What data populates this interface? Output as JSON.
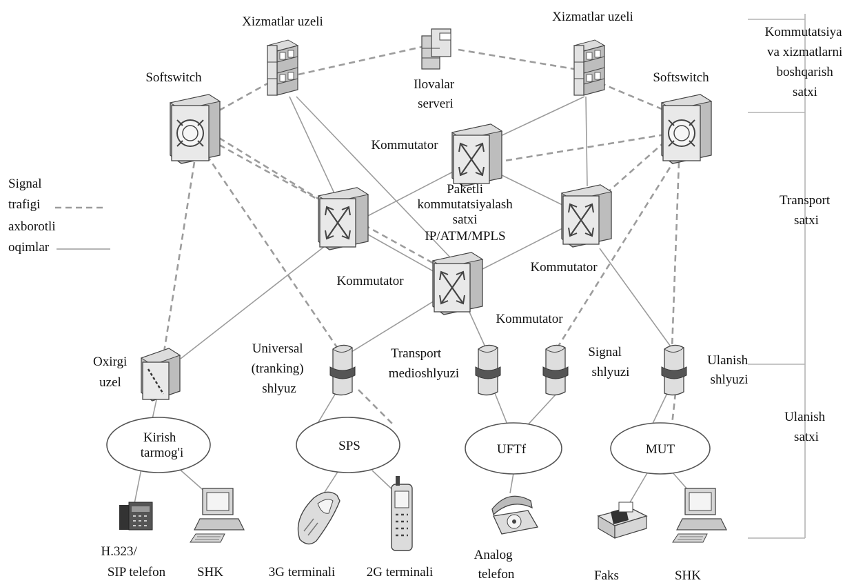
{
  "labels": {
    "service_node_left": "Xizmatlar uzeli",
    "service_node_right": "Xizmatlar uzeli",
    "app_server": [
      "Ilovalar",
      "serveri"
    ],
    "softswitch_left": "Softswitch",
    "softswitch_right": "Softswitch",
    "switch_top": "Kommutator",
    "switch_left": "Kommutator",
    "switch_right": "Kommutator",
    "switch_center": "Kommutator",
    "packet_layer": [
      "Paketli",
      "kommutatsiyalash",
      "satxi",
      "IP/ATM/MPLS"
    ],
    "end_node": [
      "Oxirgi",
      "uzel"
    ],
    "universal_gateway": [
      "Universal",
      "(tranking)",
      "shlyuz"
    ],
    "transport_media_gateway": [
      "Transport",
      "medioshlyuzi"
    ],
    "signal_gateway": [
      "Signal",
      "shlyuzi"
    ],
    "access_gateway": [
      "Ulanish",
      "shlyuzi"
    ],
    "net_access": [
      "Kirish",
      "tarmog'i"
    ],
    "net_sps": "SPS",
    "net_uftf": "UFTf",
    "net_mut": "MUT",
    "term_sip": [
      "H.323/",
      "SIP telefon"
    ],
    "term_pc_left": "SHK",
    "term_3g": "3G terminali",
    "term_2g": "2G terminali",
    "term_analog": [
      "Analog",
      "telefon"
    ],
    "term_fax": "Faks",
    "term_pc_right": "SHK"
  },
  "legend": {
    "signal": [
      "Signal",
      "trafigi"
    ],
    "info": [
      "axborotli",
      "oqimlar"
    ]
  },
  "layers": {
    "control": [
      "Kommutatsiya",
      "va xizmatlarni",
      "boshqarish",
      "satxi"
    ],
    "transport": [
      "Transport",
      "satxi"
    ],
    "access": [
      "Ulanish",
      "satxi"
    ]
  },
  "colors": {
    "link": "#9c9c9c",
    "device_face": "#e9e9e9",
    "device_side": "#bdbdbd",
    "device_dark": "#555555"
  }
}
